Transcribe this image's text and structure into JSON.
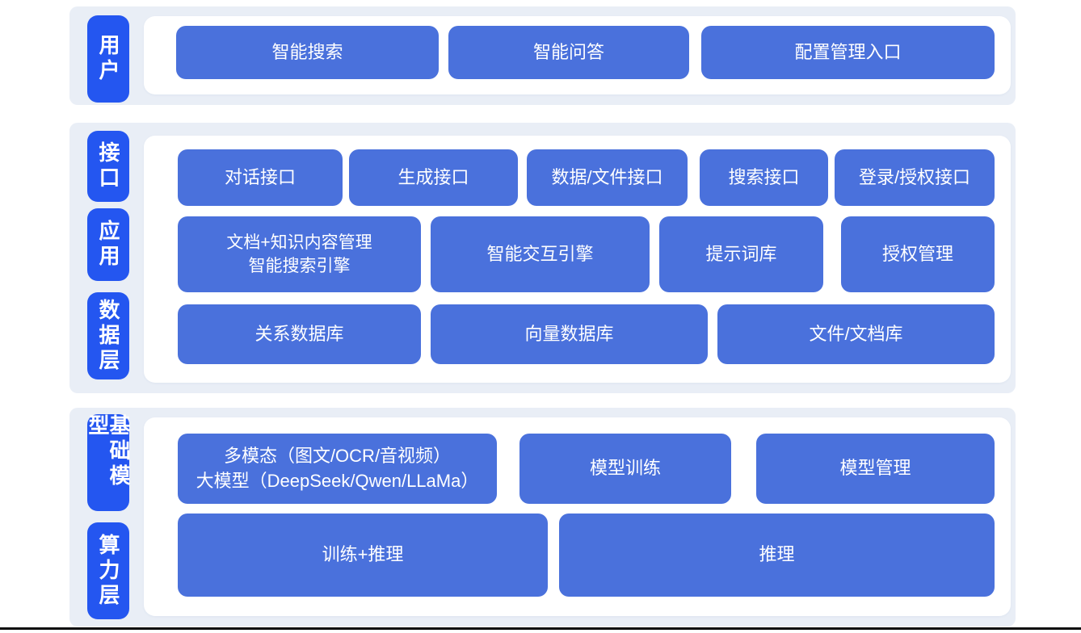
{
  "colors": {
    "band_bg": "#e9eef6",
    "pill_blue": "#2456f0",
    "node_blue": "#4a71dc",
    "panel_white": "#ffffff",
    "text_white": "#ffffff",
    "bottom_rule_black": "#0a0a0a"
  },
  "layers": {
    "user": "用户",
    "interface": "接口",
    "application": "应用",
    "data": "数据层",
    "foundation_model": "基础模型",
    "compute": "算力层"
  },
  "user_row": {
    "smart_search": "智能搜索",
    "smart_qa": "智能问答",
    "config_entry": "配置管理入口"
  },
  "interface_row": {
    "dialog_api": "对话接口",
    "generation_api": "生成接口",
    "data_file_api": "数据/文件接口",
    "search_api": "搜索接口",
    "login_auth_api": "登录/授权接口"
  },
  "application_row": {
    "doc_engine_line1": "文档+知识内容管理",
    "doc_engine_line2": "智能搜索引擎",
    "interaction_engine": "智能交互引擎",
    "prompt_library": "提示词库",
    "auth_management": "授权管理"
  },
  "data_row": {
    "relational_db": "关系数据库",
    "vector_db": "向量数据库",
    "file_doc_store": "文件/文档库"
  },
  "model_row": {
    "multimodal_line1": "多模态（图文/OCR/音视频）",
    "multimodal_line2": "大模型（DeepSeek/Qwen/LLaMa）",
    "model_training": "模型训练",
    "model_management": "模型管理"
  },
  "compute_row": {
    "training_inference": "训练+推理",
    "inference": "推理"
  }
}
